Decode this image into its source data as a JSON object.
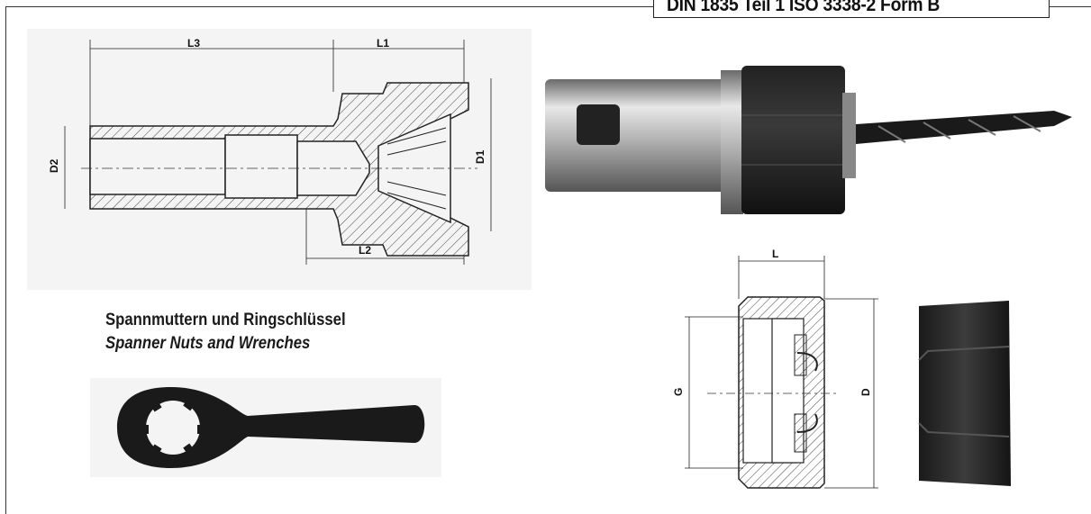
{
  "spec": "DIN 1835 Teil 1 ISO 3338-2 Form B",
  "section": {
    "title_de": "Spannmuttern und Ringschlüssel",
    "title_en": "Spanner Nuts and Wrenches"
  },
  "holder_drawing": {
    "labels": {
      "L1": "L1",
      "L2": "L2",
      "L3": "L3",
      "D1": "D1",
      "D2": "D2"
    }
  },
  "nut_drawing": {
    "labels": {
      "L": "L",
      "G": "G",
      "D": "D"
    }
  }
}
